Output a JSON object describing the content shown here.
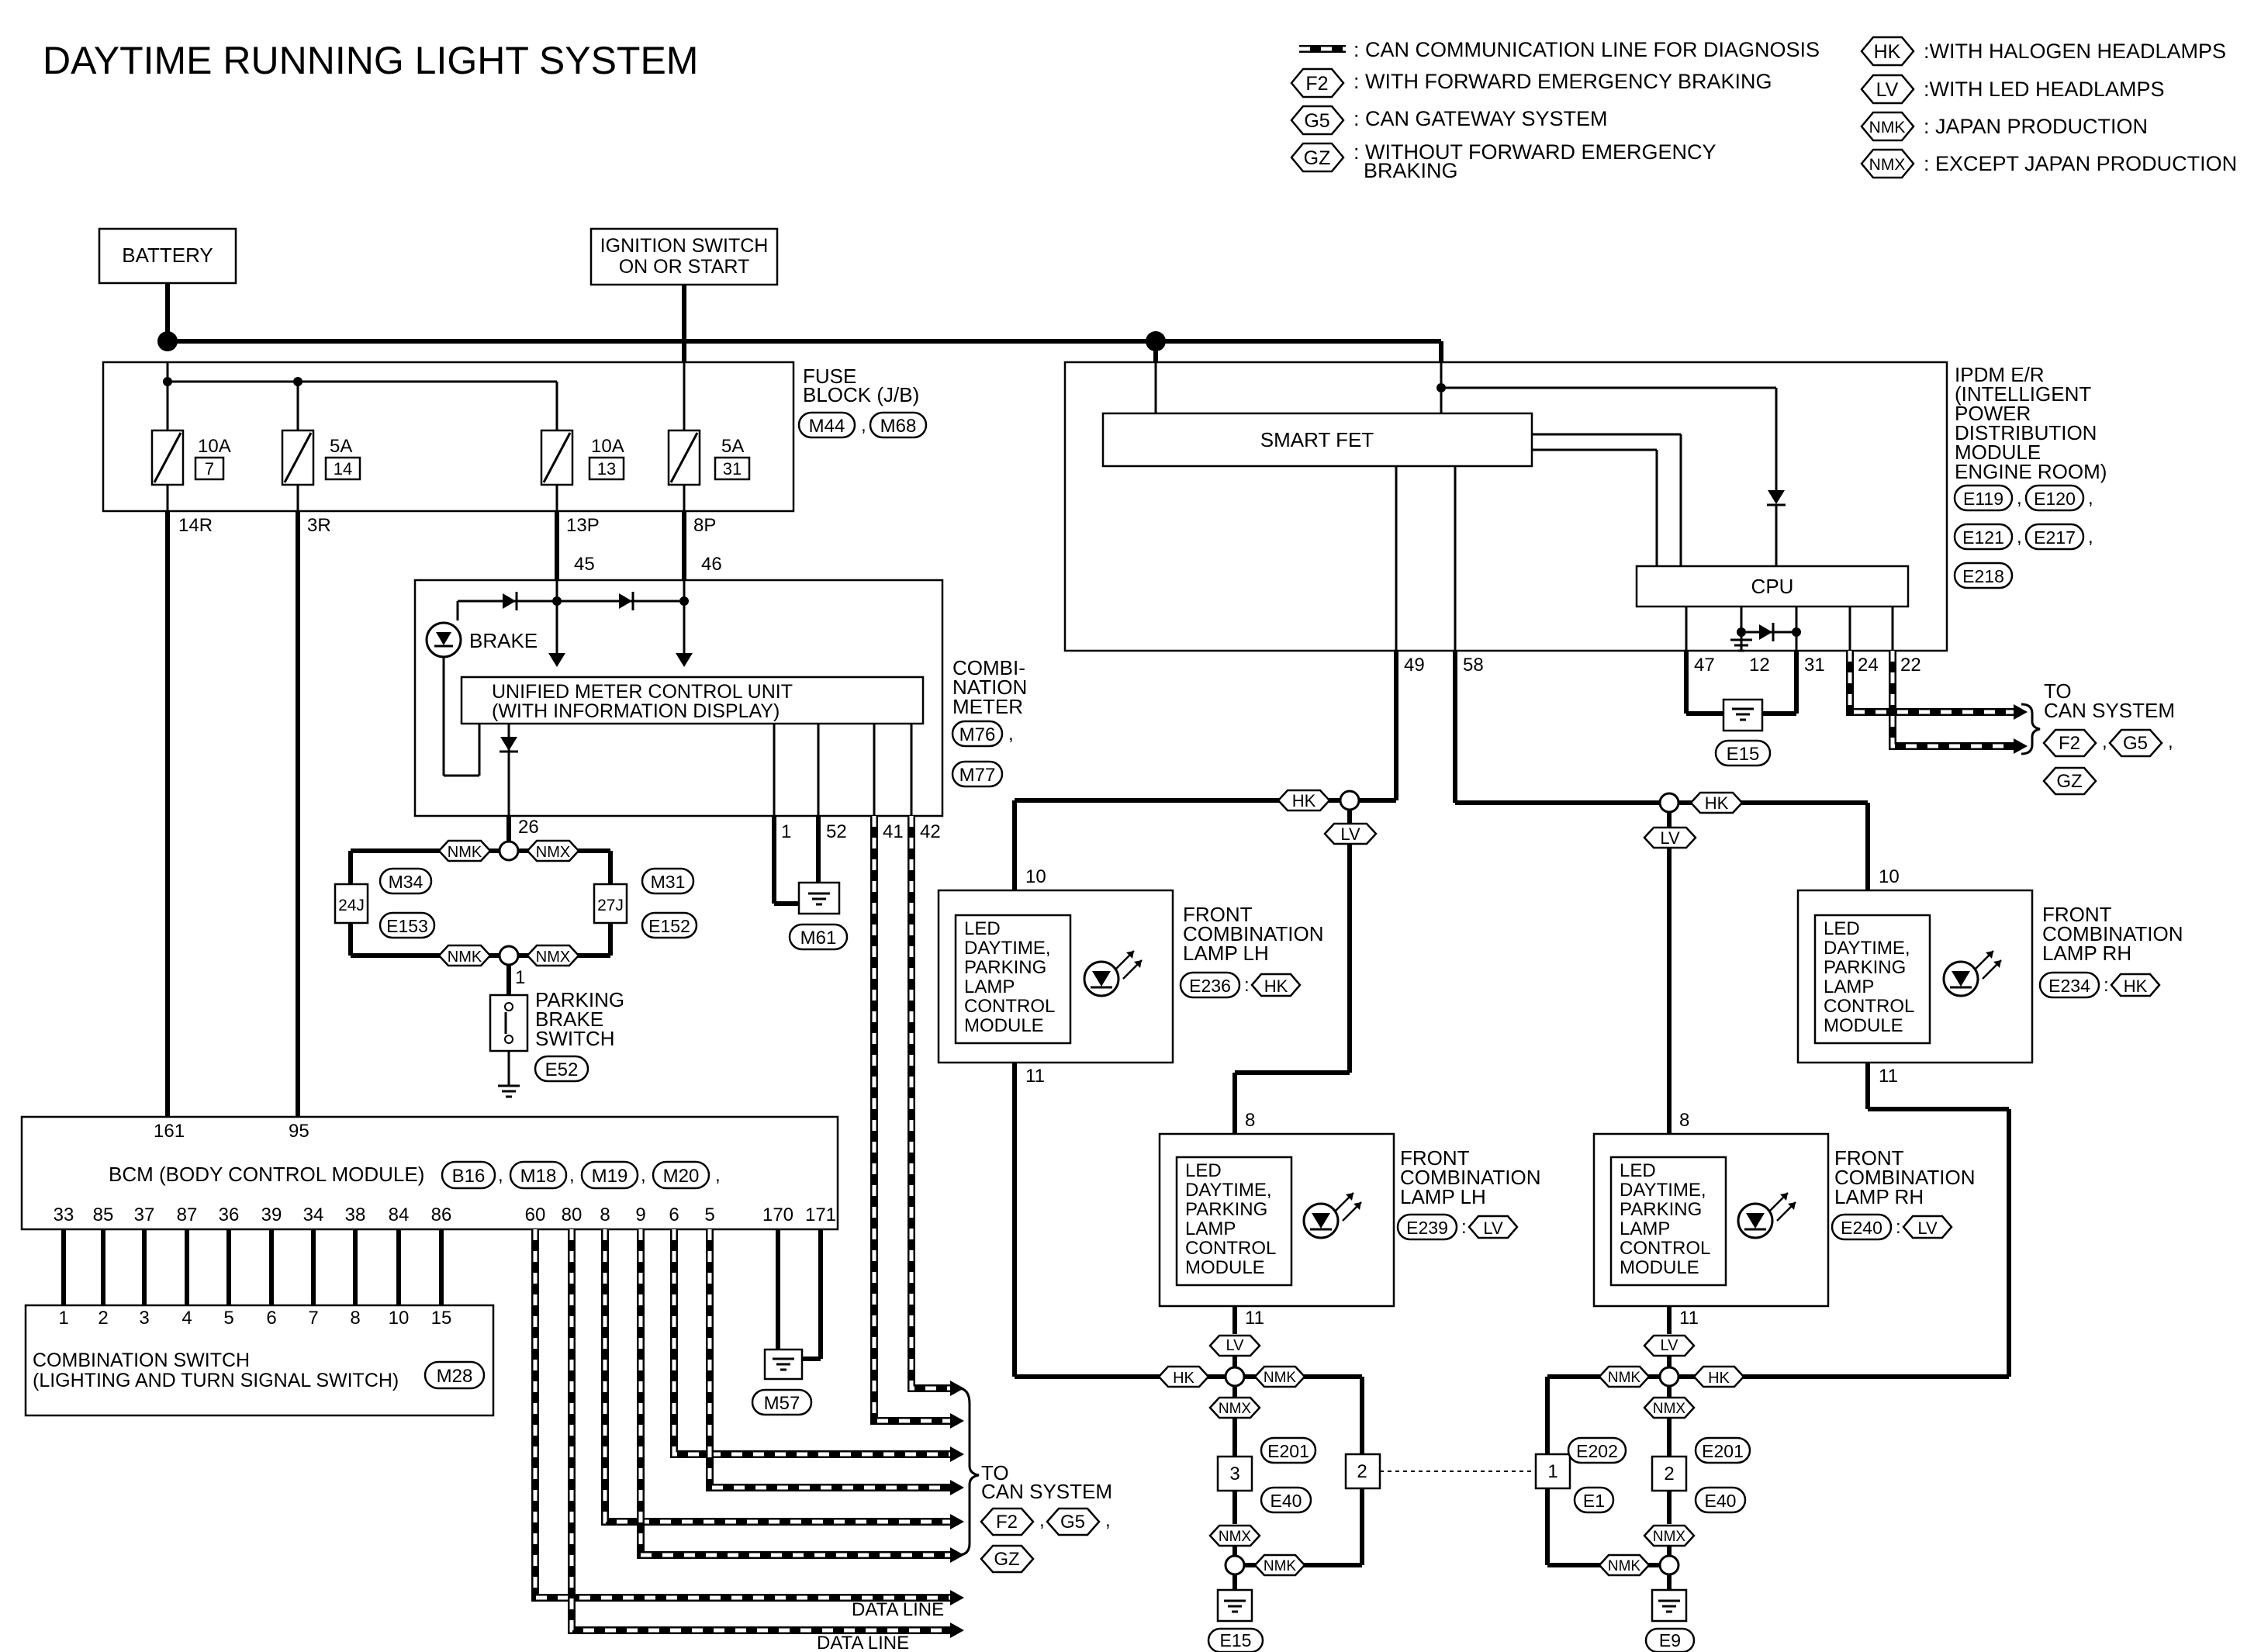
{
  "title": "DAYTIME RUNNING LIGHT SYSTEM",
  "legend": {
    "can_line": ": CAN COMMUNICATION LINE FOR DIAGNOSIS",
    "items": [
      {
        "code": "F2",
        "text": ": WITH FORWARD EMERGENCY BRAKING"
      },
      {
        "code": "G5",
        "text": ": CAN GATEWAY SYSTEM"
      },
      {
        "code": "GZ",
        "text": ": WITHOUT FORWARD EMERGENCY",
        "text2": "BRAKING"
      },
      {
        "code": "HK",
        "text": ":WITH HALOGEN HEADLAMPS"
      },
      {
        "code": "LV",
        "text": ":WITH LED HEADLAMPS"
      },
      {
        "code": "NMK",
        "text": ": JAPAN PRODUCTION"
      },
      {
        "code": "NMX",
        "text": ": EXCEPT JAPAN PRODUCTION"
      }
    ]
  },
  "battery": "BATTERY",
  "ignition": {
    "line1": "IGNITION SWITCH",
    "line2": "ON OR START"
  },
  "fuse_block": {
    "title": [
      "FUSE",
      "BLOCK (J/B)"
    ],
    "connectors": [
      "M44",
      "M68"
    ],
    "fuses": [
      {
        "amp": "10A",
        "no": "7",
        "pin": "14R"
      },
      {
        "amp": "5A",
        "no": "14",
        "pin": "3R"
      },
      {
        "amp": "10A",
        "no": "13",
        "pin": "13P"
      },
      {
        "amp": "5A",
        "no": "31",
        "pin": "8P"
      }
    ]
  },
  "ipdm": {
    "title": [
      "IPDM E/R",
      "(INTELLIGENT",
      "POWER",
      "DISTRIBUTION",
      "MODULE",
      "ENGINE ROOM)"
    ],
    "connectors": [
      "E119",
      "E120",
      "E121",
      "E217",
      "E218"
    ],
    "smart_fet": "SMART FET",
    "cpu": "CPU",
    "pins": [
      "49",
      "58",
      "47",
      "12",
      "31",
      "24",
      "22"
    ],
    "ground": "E15"
  },
  "can_right": {
    "to": [
      "TO",
      "CAN SYSTEM"
    ],
    "codes": [
      "F2",
      "G5",
      "GZ"
    ]
  },
  "meter": {
    "title": [
      "COMBI-",
      "NATION",
      "METER"
    ],
    "connectors": [
      "M76",
      "M77"
    ],
    "unit": [
      "UNIFIED METER CONTROL UNIT",
      "(WITH INFORMATION DISPLAY)"
    ],
    "brake": "BRAKE",
    "pins": [
      "45",
      "46",
      "26",
      "1",
      "52",
      "41",
      "42"
    ],
    "ground": "M61"
  },
  "parking_brake": {
    "pins": [
      "24J",
      "27J",
      "1"
    ],
    "connectors": [
      "M34",
      "E153",
      "M31",
      "E152"
    ],
    "codes": [
      "NMK",
      "NMX"
    ],
    "label": [
      "PARKING",
      "BRAKE",
      "SWITCH"
    ],
    "connector": "E52"
  },
  "bcm": {
    "label": "BCM (BODY CONTROL MODULE)",
    "connectors": [
      "B16",
      "M18",
      "M19",
      "M20"
    ],
    "top_pins": [
      "161",
      "95"
    ],
    "bottom_pins": [
      "33",
      "85",
      "37",
      "87",
      "36",
      "39",
      "34",
      "38",
      "84",
      "86",
      "60",
      "80",
      "8",
      "9",
      "6",
      "5",
      "170",
      "171"
    ],
    "ground": "M57"
  },
  "combination_switch": {
    "label": [
      "COMBINATION SWITCH",
      "(LIGHTING AND TURN SIGNAL SWITCH)"
    ],
    "connector": "M28",
    "pins": [
      "1",
      "2",
      "3",
      "4",
      "5",
      "6",
      "7",
      "8",
      "10",
      "15"
    ]
  },
  "can_bottom": {
    "to": [
      "TO",
      "CAN SYSTEM"
    ],
    "codes": [
      "F2",
      "G5",
      "GZ"
    ],
    "data_line": "DATA LINE"
  },
  "lamps": {
    "module_text": [
      "LED",
      "DAYTIME,",
      "PARKING",
      "LAMP",
      "CONTROL",
      "MODULE"
    ],
    "lh_hk": {
      "title": [
        "FRONT",
        "COMBINATION",
        "LAMP LH"
      ],
      "connector": "E236",
      "code": "HK",
      "pins": [
        "10",
        "11"
      ]
    },
    "rh_hk": {
      "title": [
        "FRONT",
        "COMBINATION",
        "LAMP RH"
      ],
      "connector": "E234",
      "code": "HK",
      "pins": [
        "10",
        "11"
      ]
    },
    "lh_lv": {
      "title": [
        "FRONT",
        "COMBINATION",
        "LAMP LH"
      ],
      "connector": "E239",
      "code": "LV",
      "pins": [
        "8",
        "11"
      ]
    },
    "rh_lv": {
      "title": [
        "FRONT",
        "COMBINATION",
        "LAMP RH"
      ],
      "connector": "E240",
      "code": "LV",
      "pins": [
        "8",
        "11"
      ]
    }
  },
  "grounds_bottom": {
    "left": {
      "pins": [
        "3",
        "2"
      ],
      "connectors": [
        "E201",
        "E40"
      ],
      "ground": "E15"
    },
    "right": {
      "pins": [
        "1",
        "2"
      ],
      "connectors": [
        "E202",
        "E1",
        "E201",
        "E40"
      ],
      "ground": "E9"
    }
  }
}
